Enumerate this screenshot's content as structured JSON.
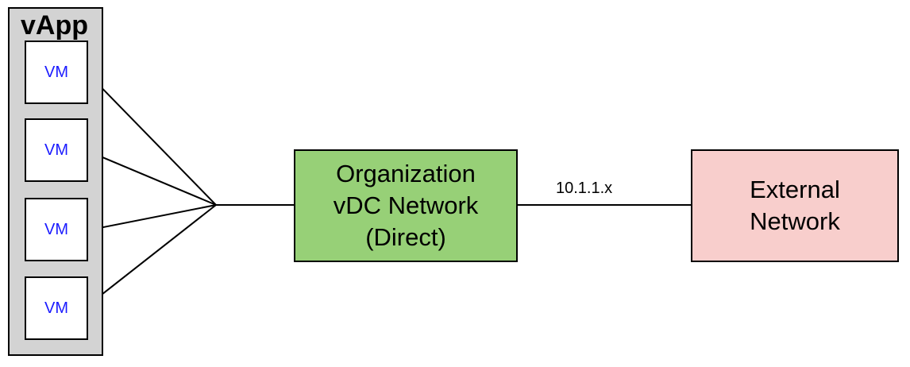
{
  "vapp": {
    "title": "vApp",
    "vms": [
      "VM",
      "VM",
      "VM",
      "VM"
    ]
  },
  "org_network": {
    "line1": "Organization",
    "line2": "vDC Network",
    "line3": "(Direct)"
  },
  "external_network": {
    "line1": "External",
    "line2": "Network"
  },
  "link_label": "10.1.1.x",
  "colors": {
    "vapp_bg": "#d3d3d3",
    "org_bg": "#97d077",
    "ext_bg": "#f8cecc",
    "vm_text": "#1a1aff"
  }
}
